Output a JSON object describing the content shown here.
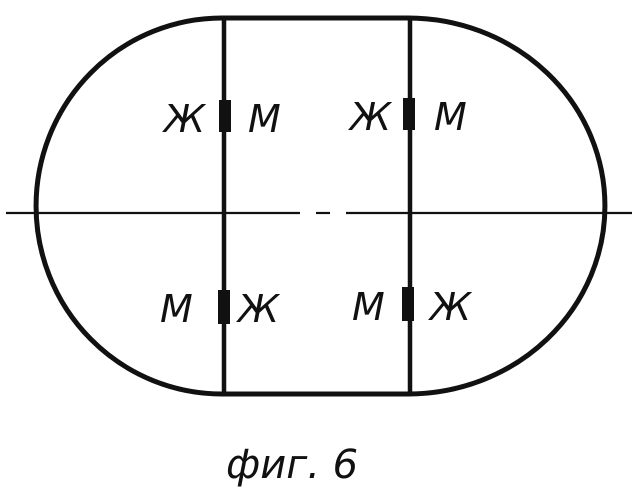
{
  "labels": {
    "zh": "Ж",
    "m": "М"
  },
  "caption": "фиг. 6",
  "colors": {
    "ink": "#111111",
    "background": "#ffffff"
  }
}
